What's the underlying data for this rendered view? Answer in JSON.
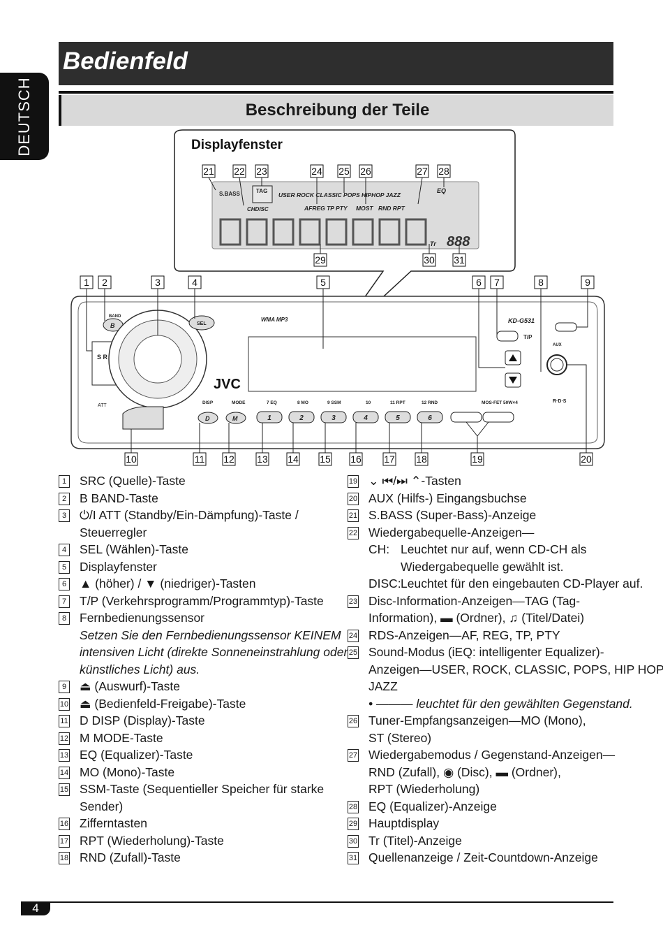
{
  "side_tab": "DEUTSCH",
  "title": "Bedienfeld",
  "subtitle": "Beschreibung der Teile",
  "figure": {
    "display_label": "Displayfenster",
    "display_texts": {
      "sbass": "S.BASS",
      "tag": "TAG",
      "ch_disc": "CHDISC",
      "modes": "USER ROCK CLASSIC POPS HIPHOP JAZZ",
      "rds": "AFREG TP PTY",
      "most": "MOST",
      "rnd_rpt": "RND RPT",
      "eq": "EQ",
      "tr": "Tr",
      "digits": "888"
    },
    "unit": {
      "brand": "JVC",
      "model": "KD-G531",
      "formats": "WMA MP3",
      "band": "BAND",
      "b": "B",
      "sel": "SEL",
      "src": "S R C",
      "att": "ATT",
      "disp": "DISP",
      "mode": "MODE",
      "d": "D",
      "m": "M",
      "preset_labels": [
        "7 EQ",
        "8 MO",
        "9 SSM",
        "10",
        "11 RPT",
        "12 RND"
      ],
      "presets": [
        "1",
        "2",
        "3",
        "4",
        "5",
        "6"
      ],
      "tp": "T/P",
      "aux": "AUX",
      "mosfet": "MOS-FET 50W×4",
      "rds_logo": "R·D·S"
    },
    "callouts_top": [
      "1",
      "2",
      "3",
      "4",
      "5",
      "6",
      "7",
      "8",
      "9"
    ],
    "callouts_bottom": [
      "10",
      "11",
      "12",
      "13",
      "14",
      "15",
      "16",
      "17",
      "18",
      "19",
      "20"
    ],
    "callouts_display_top": [
      "21",
      "22",
      "23",
      "24",
      "25",
      "26",
      "27",
      "28"
    ],
    "callouts_display_bottom": [
      "29",
      "30",
      "31"
    ]
  },
  "left_list": [
    {
      "n": "1",
      "text": "SRC (Quelle)-Taste"
    },
    {
      "n": "2",
      "text": "B BAND-Taste"
    },
    {
      "n": "3",
      "text": "⏻/I ATT (Standby/Ein-Dämpfung)-Taste /",
      "cont": "Steuerregler"
    },
    {
      "n": "4",
      "text": "SEL (Wählen)-Taste"
    },
    {
      "n": "5",
      "text": "Displayfenster"
    },
    {
      "n": "6",
      "text": "▲ (höher) / ▼ (niedriger)-Tasten"
    },
    {
      "n": "7",
      "text": "T/P (Verkehrsprogramm/Programmtyp)-Taste"
    },
    {
      "n": "8",
      "text": "Fernbedienungssensor",
      "note": [
        "Setzen Sie den Fernbedienungssensor KEINEM",
        "intensiven Licht (direkte Sonneneinstrahlung oder",
        "künstliches Licht) aus."
      ]
    },
    {
      "n": "9",
      "text": "⏏ (Auswurf)-Taste"
    },
    {
      "n": "10",
      "text": "⏏ (Bedienfeld-Freigabe)-Taste"
    },
    {
      "n": "11",
      "text": "D DISP (Display)-Taste"
    },
    {
      "n": "12",
      "text": "M MODE-Taste"
    },
    {
      "n": "13",
      "text": "EQ (Equalizer)-Taste"
    },
    {
      "n": "14",
      "text": "MO (Mono)-Taste"
    },
    {
      "n": "15",
      "text": "SSM-Taste (Sequentieller Speicher für starke",
      "cont": "Sender)"
    },
    {
      "n": "16",
      "text": "Zifferntasten"
    },
    {
      "n": "17",
      "text": "RPT (Wiederholung)-Taste"
    },
    {
      "n": "18",
      "text": "RND (Zufall)-Taste"
    }
  ],
  "right_list": [
    {
      "n": "19",
      "text": "⌄ ⏮/⏭ ⌃-Tasten"
    },
    {
      "n": "20",
      "text": "AUX (Hilfs-) Eingangsbuchse"
    },
    {
      "n": "21",
      "text": "S.BASS (Super-Bass)-Anzeige"
    },
    {
      "n": "22",
      "text": "Wiedergabequelle-Anzeigen—",
      "subs": [
        {
          "label": "CH:",
          "lines": [
            "Leuchtet nur auf, wenn CD-CH als",
            "Wiedergabequelle gewählt ist."
          ]
        },
        {
          "label": "DISC:",
          "lines": [
            "Leuchtet für den eingebauten CD-Player auf."
          ]
        }
      ]
    },
    {
      "n": "23",
      "text": "Disc-Information-Anzeigen—TAG (Tag-",
      "cont": "Information), ▬ (Ordner), ♫ (Titel/Datei)"
    },
    {
      "n": "24",
      "text": "RDS-Anzeigen—AF, REG, TP, PTY"
    },
    {
      "n": "25",
      "text": "Sound-Modus (iEQ: intelligenter Equalizer)-",
      "cont2": [
        "Anzeigen—USER, ROCK, CLASSIC, POPS, HIP HOP,",
        "JAZZ"
      ],
      "bullet": "• ——— leuchtet für den gewählten Gegenstand."
    },
    {
      "n": "26",
      "text": "Tuner-Empfangsanzeigen—MO (Mono),",
      "cont": "ST (Stereo)"
    },
    {
      "n": "27",
      "text": "Wiedergabemodus / Gegenstand-Anzeigen—",
      "cont2": [
        "RND (Zufall), ◉ (Disc), ▬ (Ordner),",
        "RPT (Wiederholung)"
      ]
    },
    {
      "n": "28",
      "text": "EQ (Equalizer)-Anzeige"
    },
    {
      "n": "29",
      "text": "Hauptdisplay"
    },
    {
      "n": "30",
      "text": "Tr (Titel)-Anzeige"
    },
    {
      "n": "31",
      "text": "Quellenanzeige / Zeit-Countdown-Anzeige"
    }
  ],
  "page_number": "4"
}
